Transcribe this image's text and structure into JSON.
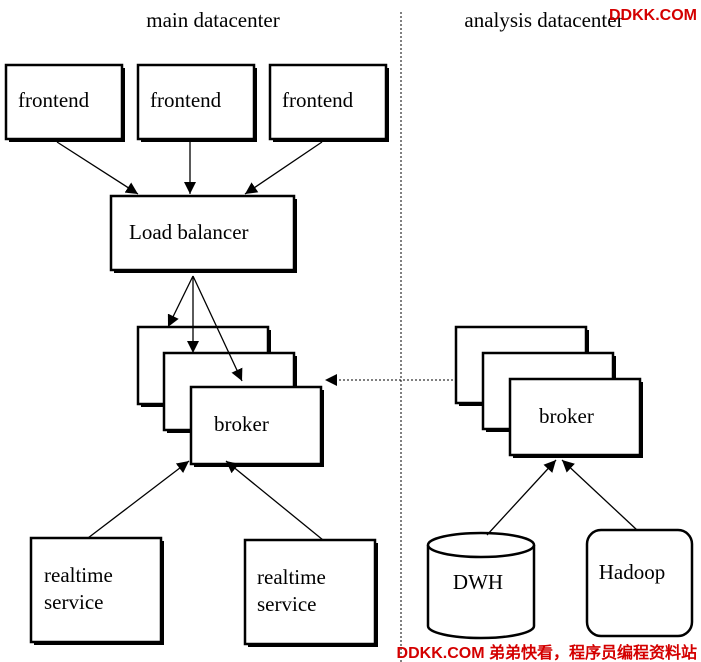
{
  "regions": {
    "main": "main datacenter",
    "analysis": "analysis datacenter"
  },
  "frontends": [
    "frontend",
    "frontend",
    "frontend"
  ],
  "load_balancer": "Load balancer",
  "main_broker": "broker",
  "analysis_broker": "broker",
  "realtime_services": [
    [
      "realtime",
      "service"
    ],
    [
      "realtime",
      "service"
    ]
  ],
  "dwh": "DWH",
  "hadoop": "Hadoop",
  "watermarks": {
    "top": "DDKK.COM",
    "bottom": "DDKK.COM 弟弟快看，程序员编程资料站"
  }
}
